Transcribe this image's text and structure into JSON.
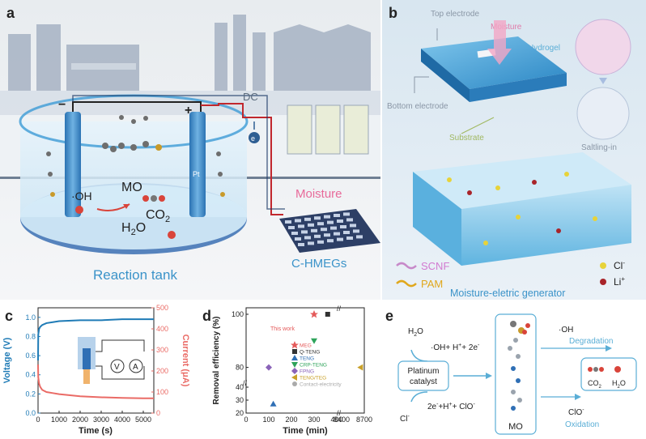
{
  "panel_a": {
    "letter": "a",
    "dc": "DC",
    "minus": "−",
    "plus": "+",
    "pt": "Pt",
    "electron": "e",
    "oh": "·OH",
    "mo": "MO",
    "co2": "CO",
    "co2_sub": "2",
    "h2o": "H",
    "h2o_sub": "2",
    "h2o_o": "O",
    "moisture": "Moisture",
    "reaction_tank": "Reaction tank",
    "chmeg": "C-HMEGs"
  },
  "panel_b": {
    "letter": "b",
    "top_electrode": "Top electrode",
    "moisture": "Moisture",
    "hydrogel": "Hydrogel",
    "bottom_electrode": "Bottom electrode",
    "substrate": "Substrate",
    "salting_in": "Saltling-in",
    "scnf": "SCNF",
    "pam": "PAM",
    "cl": "Cl",
    "cl_sup": "-",
    "li": "Li",
    "li_sup": "+",
    "caption": "Moisture-eletric generator"
  },
  "panel_c": {
    "letter": "c",
    "ylabel_left": "Voltage (V)",
    "ylabel_right": "Current (μA)",
    "xlabel": "Time (s)",
    "meter_v": "V",
    "meter_a": "A",
    "colors": {
      "voltage": "#1f7bb6",
      "current": "#ea6b66"
    }
  },
  "panel_d": {
    "letter": "d",
    "ylabel": "Removal efficiency (%)",
    "xlabel": "Time (min)",
    "this_work": "This work",
    "legend": [
      {
        "label": "MEG",
        "color": "#e45a5a",
        "marker": "star"
      },
      {
        "label": "Q-TENG",
        "color": "#333333",
        "marker": "square"
      },
      {
        "label": "TENG",
        "color": "#2f6fb5",
        "marker": "triangle-up"
      },
      {
        "label": "CRP-TENG",
        "color": "#2ea35a",
        "marker": "triangle-down"
      },
      {
        "label": "FPNG",
        "color": "#8a63b8",
        "marker": "diamond"
      },
      {
        "label": "TENG/TEG",
        "color": "#c9a12a",
        "marker": "triangle-left"
      },
      {
        "label": "Contact-electricity",
        "color": "#aaaaaa",
        "marker": "circle"
      }
    ]
  },
  "panel_e": {
    "letter": "e",
    "h2o": "H",
    "h2o_sub": "2",
    "h2o_o": "O",
    "oh_eq": "·OH+ H",
    "oh_eq_sup": "+",
    "oh_eq_tail": "+ 2e",
    "oh_eq_tail_sup": "-",
    "catalyst_line1": "Platinum",
    "catalyst_line2": "catalyst",
    "cl": "Cl",
    "cl_sup": "-",
    "clo_eq": "2e",
    "clo_eq_sup": "-",
    "clo_eq_mid": "+H",
    "clo_eq_mid_sup": "+",
    "clo_eq_tail": "+ ClO",
    "clo_eq_tail_sup": "-",
    "oh_radical": "·OH",
    "degradation": "Degradation",
    "co2": "CO",
    "co2_sub": "2",
    "h2o_prod": "H",
    "h2o_prod_sub": "2",
    "h2o_prod_o": "O",
    "clo": "ClO",
    "clo_sup": "-",
    "oxidation": "Oxidation",
    "mo": "MO"
  },
  "chart_data": [
    {
      "type": "line",
      "panel": "c",
      "xlabel": "Time (s)",
      "ylabel": "Voltage (V)",
      "y2label": "Current (μA)",
      "xlim": [
        0,
        5500
      ],
      "ylim": [
        0.0,
        1.1
      ],
      "y2lim": [
        0,
        500
      ],
      "xticks": [
        0,
        1000,
        2000,
        3000,
        4000,
        5000
      ],
      "yticks": [
        0.0,
        0.2,
        0.4,
        0.6,
        0.8,
        1.0
      ],
      "y2ticks": [
        0,
        100,
        200,
        300,
        400,
        500
      ],
      "series": [
        {
          "axis": "left",
          "x": [
            0,
            10,
            50,
            100,
            200,
            400,
            700,
            1000,
            2000,
            3000,
            4000,
            5000,
            5500
          ],
          "values": [
            0.55,
            0.82,
            0.88,
            0.9,
            0.92,
            0.94,
            0.95,
            0.96,
            0.97,
            0.97,
            0.98,
            0.98,
            0.98
          ]
        },
        {
          "axis": "right",
          "x": [
            0,
            10,
            50,
            100,
            200,
            400,
            700,
            1000,
            2000,
            3000,
            4000,
            5000,
            5500
          ],
          "values": [
            230,
            170,
            140,
            125,
            110,
            100,
            95,
            90,
            80,
            75,
            72,
            70,
            70
          ]
        }
      ]
    },
    {
      "type": "scatter",
      "panel": "d",
      "xlabel": "Time (min)",
      "ylabel": "Removal efficiency (%)",
      "xticks": [
        "0",
        "100",
        "200",
        "300",
        "400",
        "8400",
        "8700"
      ],
      "yticks": [
        20,
        30,
        40,
        80,
        100
      ],
      "points": [
        {
          "name": "MEG",
          "x": 300,
          "y": 100
        },
        {
          "name": "Q-TENG",
          "x": 360,
          "y": 100
        },
        {
          "name": "TENG",
          "x": 120,
          "y": 27
        },
        {
          "name": "CRP-TENG",
          "x": 300,
          "y": 90
        },
        {
          "name": "FPNG",
          "x": 100,
          "y": 80
        },
        {
          "name": "TENG/TEG",
          "x": 8650,
          "y": 80
        }
      ]
    }
  ]
}
